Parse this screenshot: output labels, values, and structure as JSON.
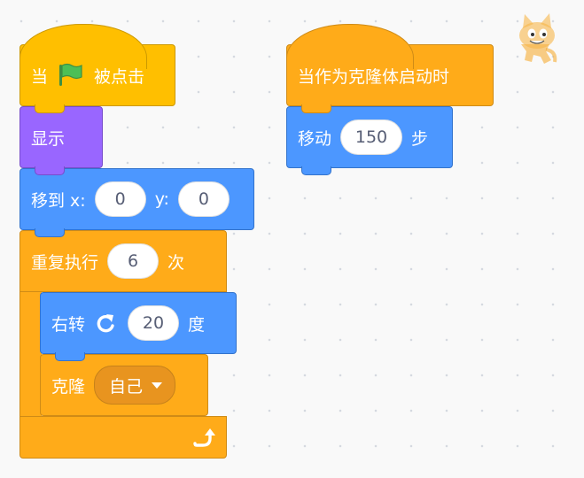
{
  "script1": {
    "hat_when": "当",
    "hat_clicked": "被点击",
    "show_label": "显示",
    "goto_label": "移到 x:",
    "goto_x": "0",
    "goto_y_label": "y:",
    "goto_y": "0",
    "repeat_label": "重复执行",
    "repeat_count": "6",
    "repeat_suffix": "次",
    "turn_label": "右转",
    "turn_degrees": "20",
    "turn_suffix": "度",
    "clone_label": "克隆",
    "clone_target": "自己"
  },
  "script2": {
    "hat_label": "当作为克隆体启动时",
    "move_label": "移动",
    "move_steps": "150",
    "move_suffix": "步"
  },
  "colors": {
    "events": "#ffbf00",
    "looks": "#9966ff",
    "motion": "#4c97ff",
    "control": "#ffab19",
    "flag": "#4cbf56"
  },
  "icons": [
    "green-flag-icon",
    "rotate-right-icon",
    "loop-arrow-icon",
    "dropdown-caret-icon",
    "scratch-cat-icon"
  ]
}
